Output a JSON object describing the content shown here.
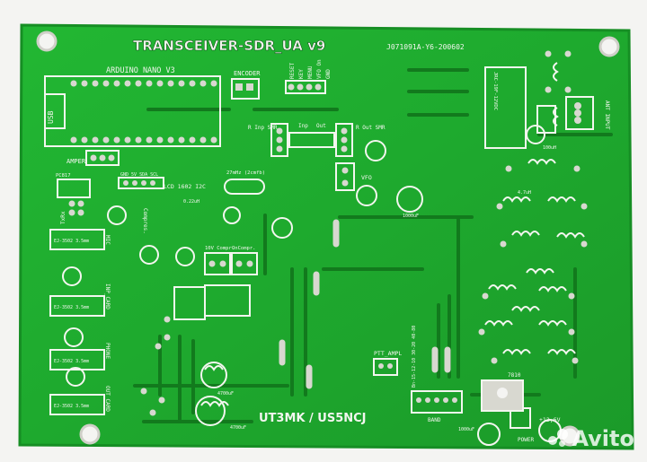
{
  "board": {
    "title": "TRANSCEIVER-SDR_UA v9",
    "code": "J071091A-Y6-200602",
    "credit": "UT3MK / US5NCJ"
  },
  "labels": {
    "arduino": "ARDUINO NANO V3",
    "usb": "USB",
    "encoder": "ENCODER",
    "reset": "RESET",
    "key": "KEY",
    "menu": "MENU",
    "vfo_on": "VFO On",
    "gnd": "GND",
    "amper": "AMPER",
    "pc817": "PC817",
    "txrx": "TxRx",
    "lcd": "LCD 1602 I2C",
    "gnd_5v": "GND 5V SDA SCL",
    "compress": "Compres.",
    "r_inp": "R Inp SMR",
    "inp": "Inp",
    "out": "Out",
    "r_out": "R Out SMR",
    "crystal": "27mHz (2cmfb)",
    "vfo": "VFO",
    "rel": "JRC-19F-12VDC",
    "ant": "ANT INPUT",
    "ptt": "PTT_AMPL",
    "band": "BAND",
    "power": "POWER",
    "volt": "+12,6V",
    "reg": "7810",
    "comp1": "10V Compr.",
    "comp2": "OnCompr.",
    "jack1": "EJ-3502 3.5mm",
    "jack2": "EJ-3502 3.5mm",
    "jack3": "EJ-3502 3.5mm",
    "jack4": "EJ-3502 3.5mm",
    "mic": "MIC",
    "inp_card": "INP_CARD",
    "phone": "PHONE",
    "out_card": "OUT_CARD",
    "band_pins": "Bn-15-12-10 30-20 40-80",
    "c_4700a": "4700uF",
    "c_4700b": "4700uF",
    "c_1000a": "1000uF",
    "c_1000b": "1000uF",
    "ind_22": "0.22uH",
    "ind_47": "4.7uH",
    "ind_100": "100uH"
  },
  "watermark": {
    "text": "Avito"
  },
  "colors": {
    "pcb": "#1faa2e",
    "pcb_edge": "#158c22",
    "trace": "#126f1b",
    "pad": "#d8d8d0",
    "silk": "#f3f6ef"
  }
}
